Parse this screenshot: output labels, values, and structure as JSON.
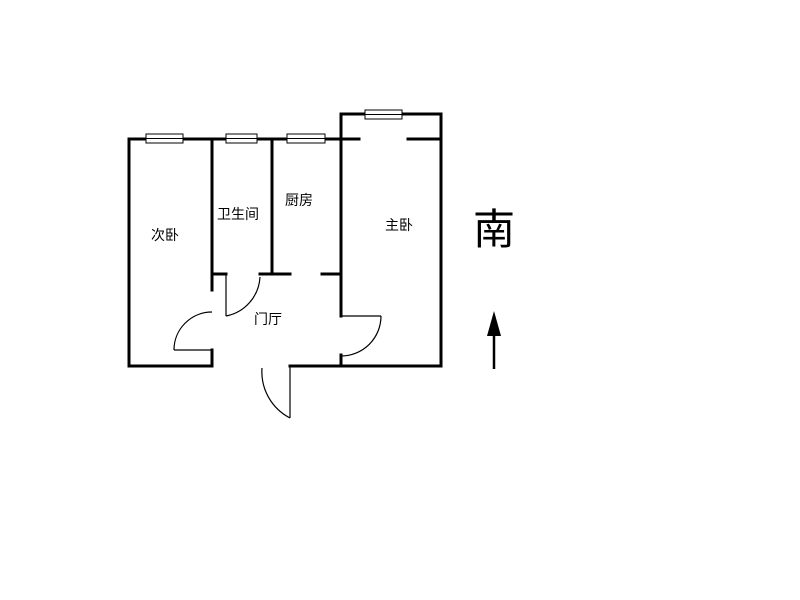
{
  "rooms": {
    "second_bedroom": "次卧",
    "bathroom": "卫生间",
    "kitchen": "厨房",
    "master_bedroom": "主卧",
    "entrance_hall": "门厅"
  },
  "orientation": {
    "label": "南",
    "icon": "arrow-up-icon"
  },
  "colors": {
    "line": "#000000",
    "background": "#ffffff"
  }
}
